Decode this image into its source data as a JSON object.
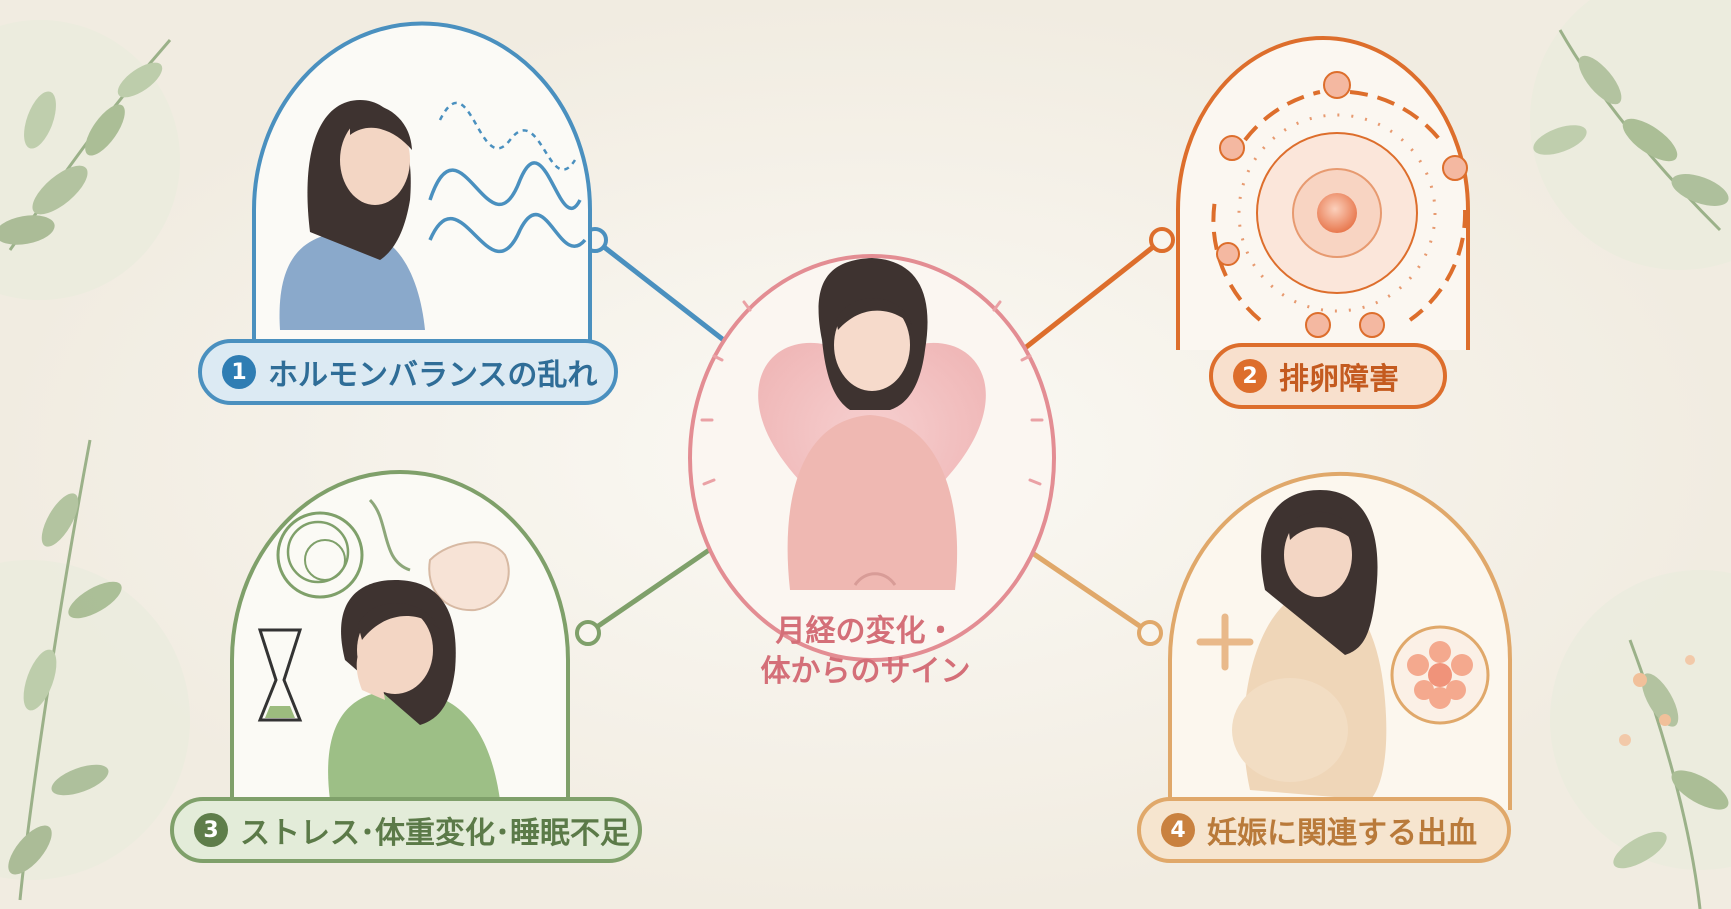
{
  "center": {
    "line1": "月経の変化・",
    "line2": "体からのサイン"
  },
  "causes": [
    {
      "number": "1",
      "label": "ホルモンバランスの乱れ",
      "color": "#4a90bf"
    },
    {
      "number": "2",
      "label": "排卵障害",
      "color": "#dd6e2c"
    },
    {
      "number": "3",
      "label": "ストレス･体重変化･睡眠不足",
      "color": "#7fa06a"
    },
    {
      "number": "4",
      "label": "妊娠に関連する出血",
      "color": "#e0a86a"
    }
  ],
  "center_color": "#d46f78"
}
